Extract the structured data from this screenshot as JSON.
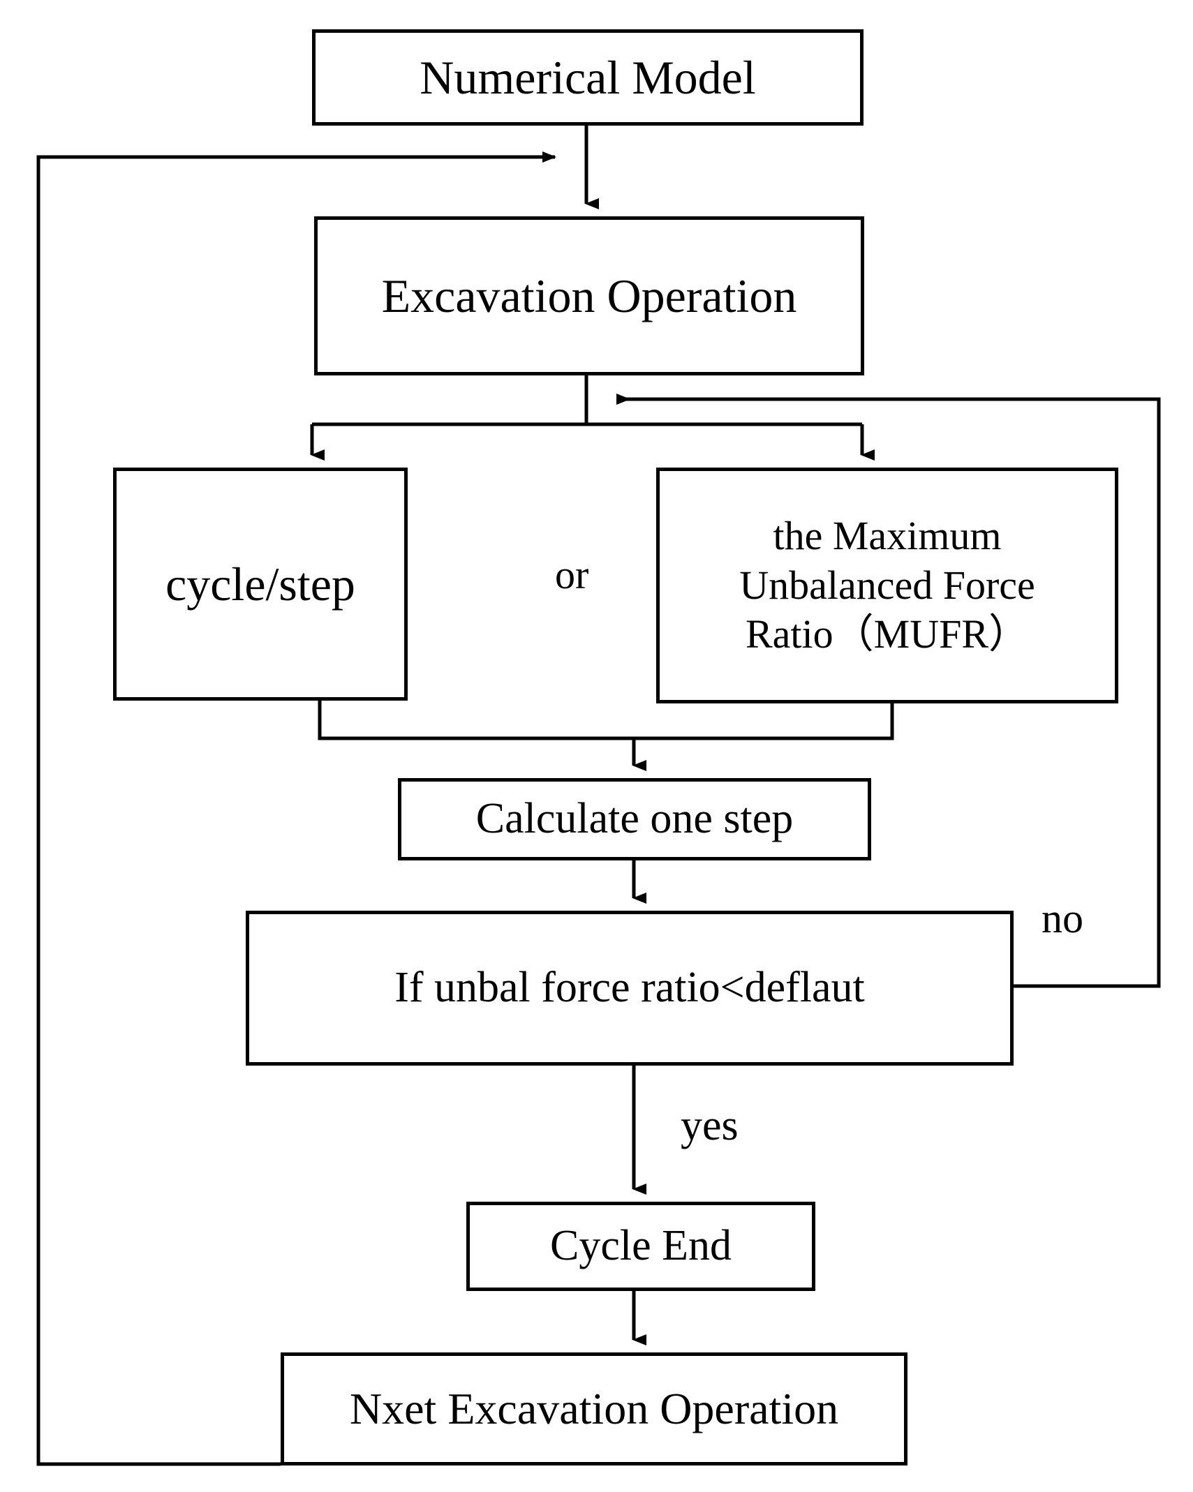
{
  "diagram": {
    "title": "Numerical simulation excavation cycle flowchart",
    "line_color": "#000000",
    "background": "#ffffff",
    "nodes": {
      "numerical_model": "Numerical Model",
      "excavation_operation": "Excavation Operation",
      "cycle_step": "cycle/step",
      "mufr_line1": "the Maximum",
      "mufr_line2": "Unbalanced Force",
      "mufr_line3": "Ratio（MUFR）",
      "calculate_one_step": "Calculate one step",
      "decision": "If unbal force ratio<deflaut",
      "cycle_end": "Cycle End",
      "next_excavation": "Nxet Excavation Operation"
    },
    "edge_labels": {
      "or": "or",
      "no": "no",
      "yes": "yes"
    }
  }
}
